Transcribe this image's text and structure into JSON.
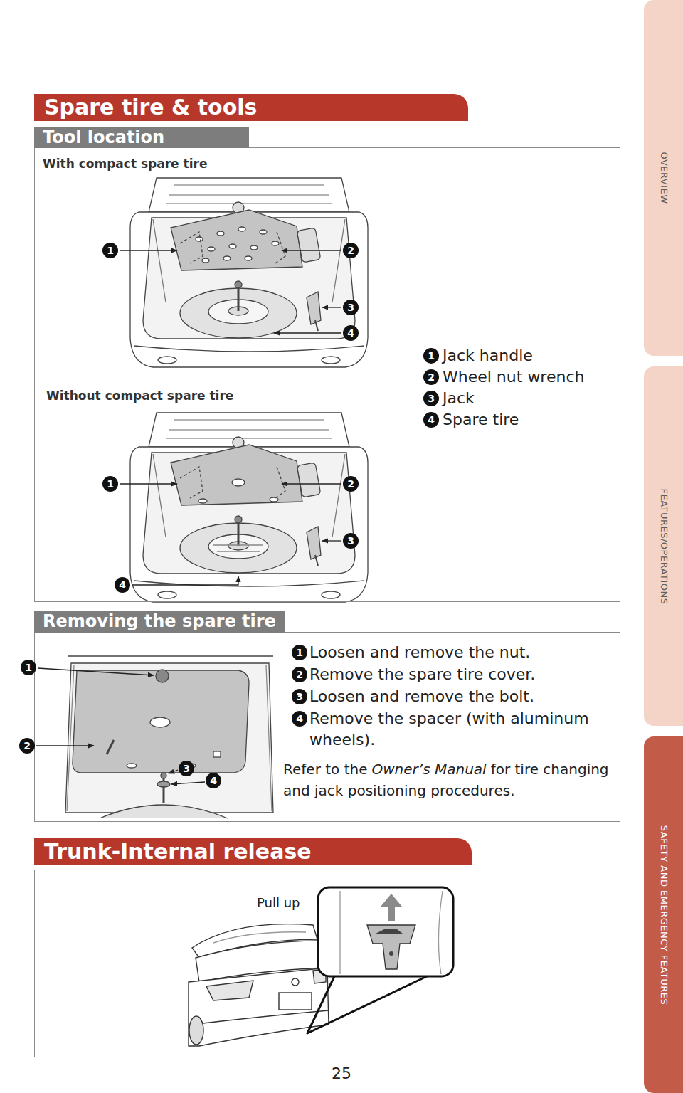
{
  "diagram": {
    "nodes": [
      {
        "text": [
          "Spare tire & tools"
        ]
      },
      {
        "text": [
          "Tool location"
        ]
      },
      {
        "text": [
          "Removing the spare tire"
        ]
      },
      {
        "text": [
          "Trunk-Internal release"
        ]
      },
      {
        "text": [
          "Pull up"
        ]
      },
      {
        "text": [
          "OVERVIEW"
        ]
      },
      {
        "text": [
          "FEATURES/OPERATIONS"
        ]
      },
      {
        "text": [
          "SAFETY AND EMERGENCY FEATURES"
        ]
      }
    ],
    "labels": [
      "With compact spare tire",
      "1",
      "2",
      "3",
      "4",
      "1",
      "Jack handle",
      "2",
      "Wheel nut wrench",
      "3",
      "Jack",
      "4",
      "Spare tire",
      "Without compact spare tire",
      "1",
      "2",
      "3",
      "4",
      "1",
      "2",
      "3",
      "4",
      "1",
      "Loosen and remove the nut.",
      "2",
      "Remove the spare tire cover.",
      "3",
      "Loosen and remove the bolt.",
      "4",
      "Remove the spacer (with aluminum wheels).",
      "Refer to the",
      "Owner’s Manual",
      "for tire changing and jack positioning procedures.",
      "25"
    ]
  }
}
